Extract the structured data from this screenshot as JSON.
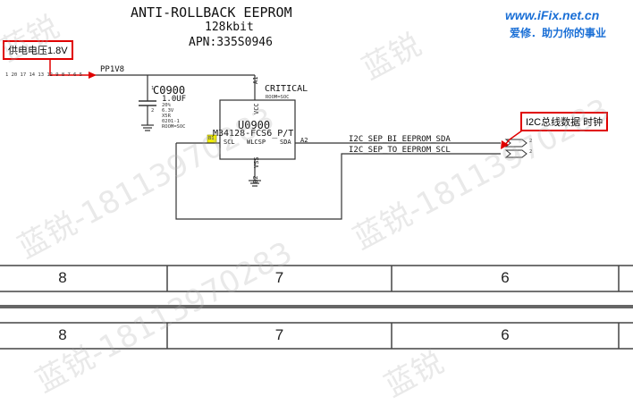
{
  "title": {
    "line1": "ANTI-ROLLBACK EEPROM",
    "line2": "128kbit",
    "line3": "APN:335S0946"
  },
  "annotations": {
    "voltage": "供电电压1.8V",
    "i2c": "I2C总线数据 时钟"
  },
  "brand": {
    "url": "www.iFix.net.cn",
    "slogan": "爱修．助力你的事业"
  },
  "watermark": {
    "text_a": "蓝锐-18113970283",
    "text_b": "蓝锐"
  },
  "nets": {
    "power": "PP1V8",
    "sda": "I2C_SEP_BI_EEPROM_SDA",
    "scl": "I2C_SEP_TO_EEPROM_SCL",
    "page_refs": "1 20 17 14 13 12 9 8 7 6 5"
  },
  "capacitor": {
    "ref": "C0900",
    "value": "1.0UF",
    "pin1": "1",
    "pin2": "2",
    "specs": [
      "20%",
      "6.3V",
      "X5R",
      "0201-1",
      "ROOM=SOC"
    ]
  },
  "chip": {
    "ref": "U0900",
    "part": "M34128-FCS6_P/T",
    "package": "WLCSP",
    "critical": "CRITICAL",
    "room": "ROOM=SOC",
    "pin_vcc_name": "VCC",
    "pin_vcc_num": "A1",
    "pin_vss_name": "VSS",
    "pin_vss_num": "B2",
    "pin_scl_name": "SCL",
    "pin_scl_num": "B1",
    "pin_sda_name": "SDA",
    "pin_sda_num": "A2"
  },
  "connectors": {
    "sda_num": "2",
    "scl_num": "2"
  },
  "zone_rows": [
    {
      "left": "8",
      "mid": "7",
      "right": "6"
    },
    {
      "left": "8",
      "mid": "7",
      "right": "6"
    }
  ],
  "colors": {
    "annotation_border": "#e00000",
    "brand": "#1a6fd6",
    "pin_highlight": "#f4f000",
    "wire": "#333333"
  }
}
